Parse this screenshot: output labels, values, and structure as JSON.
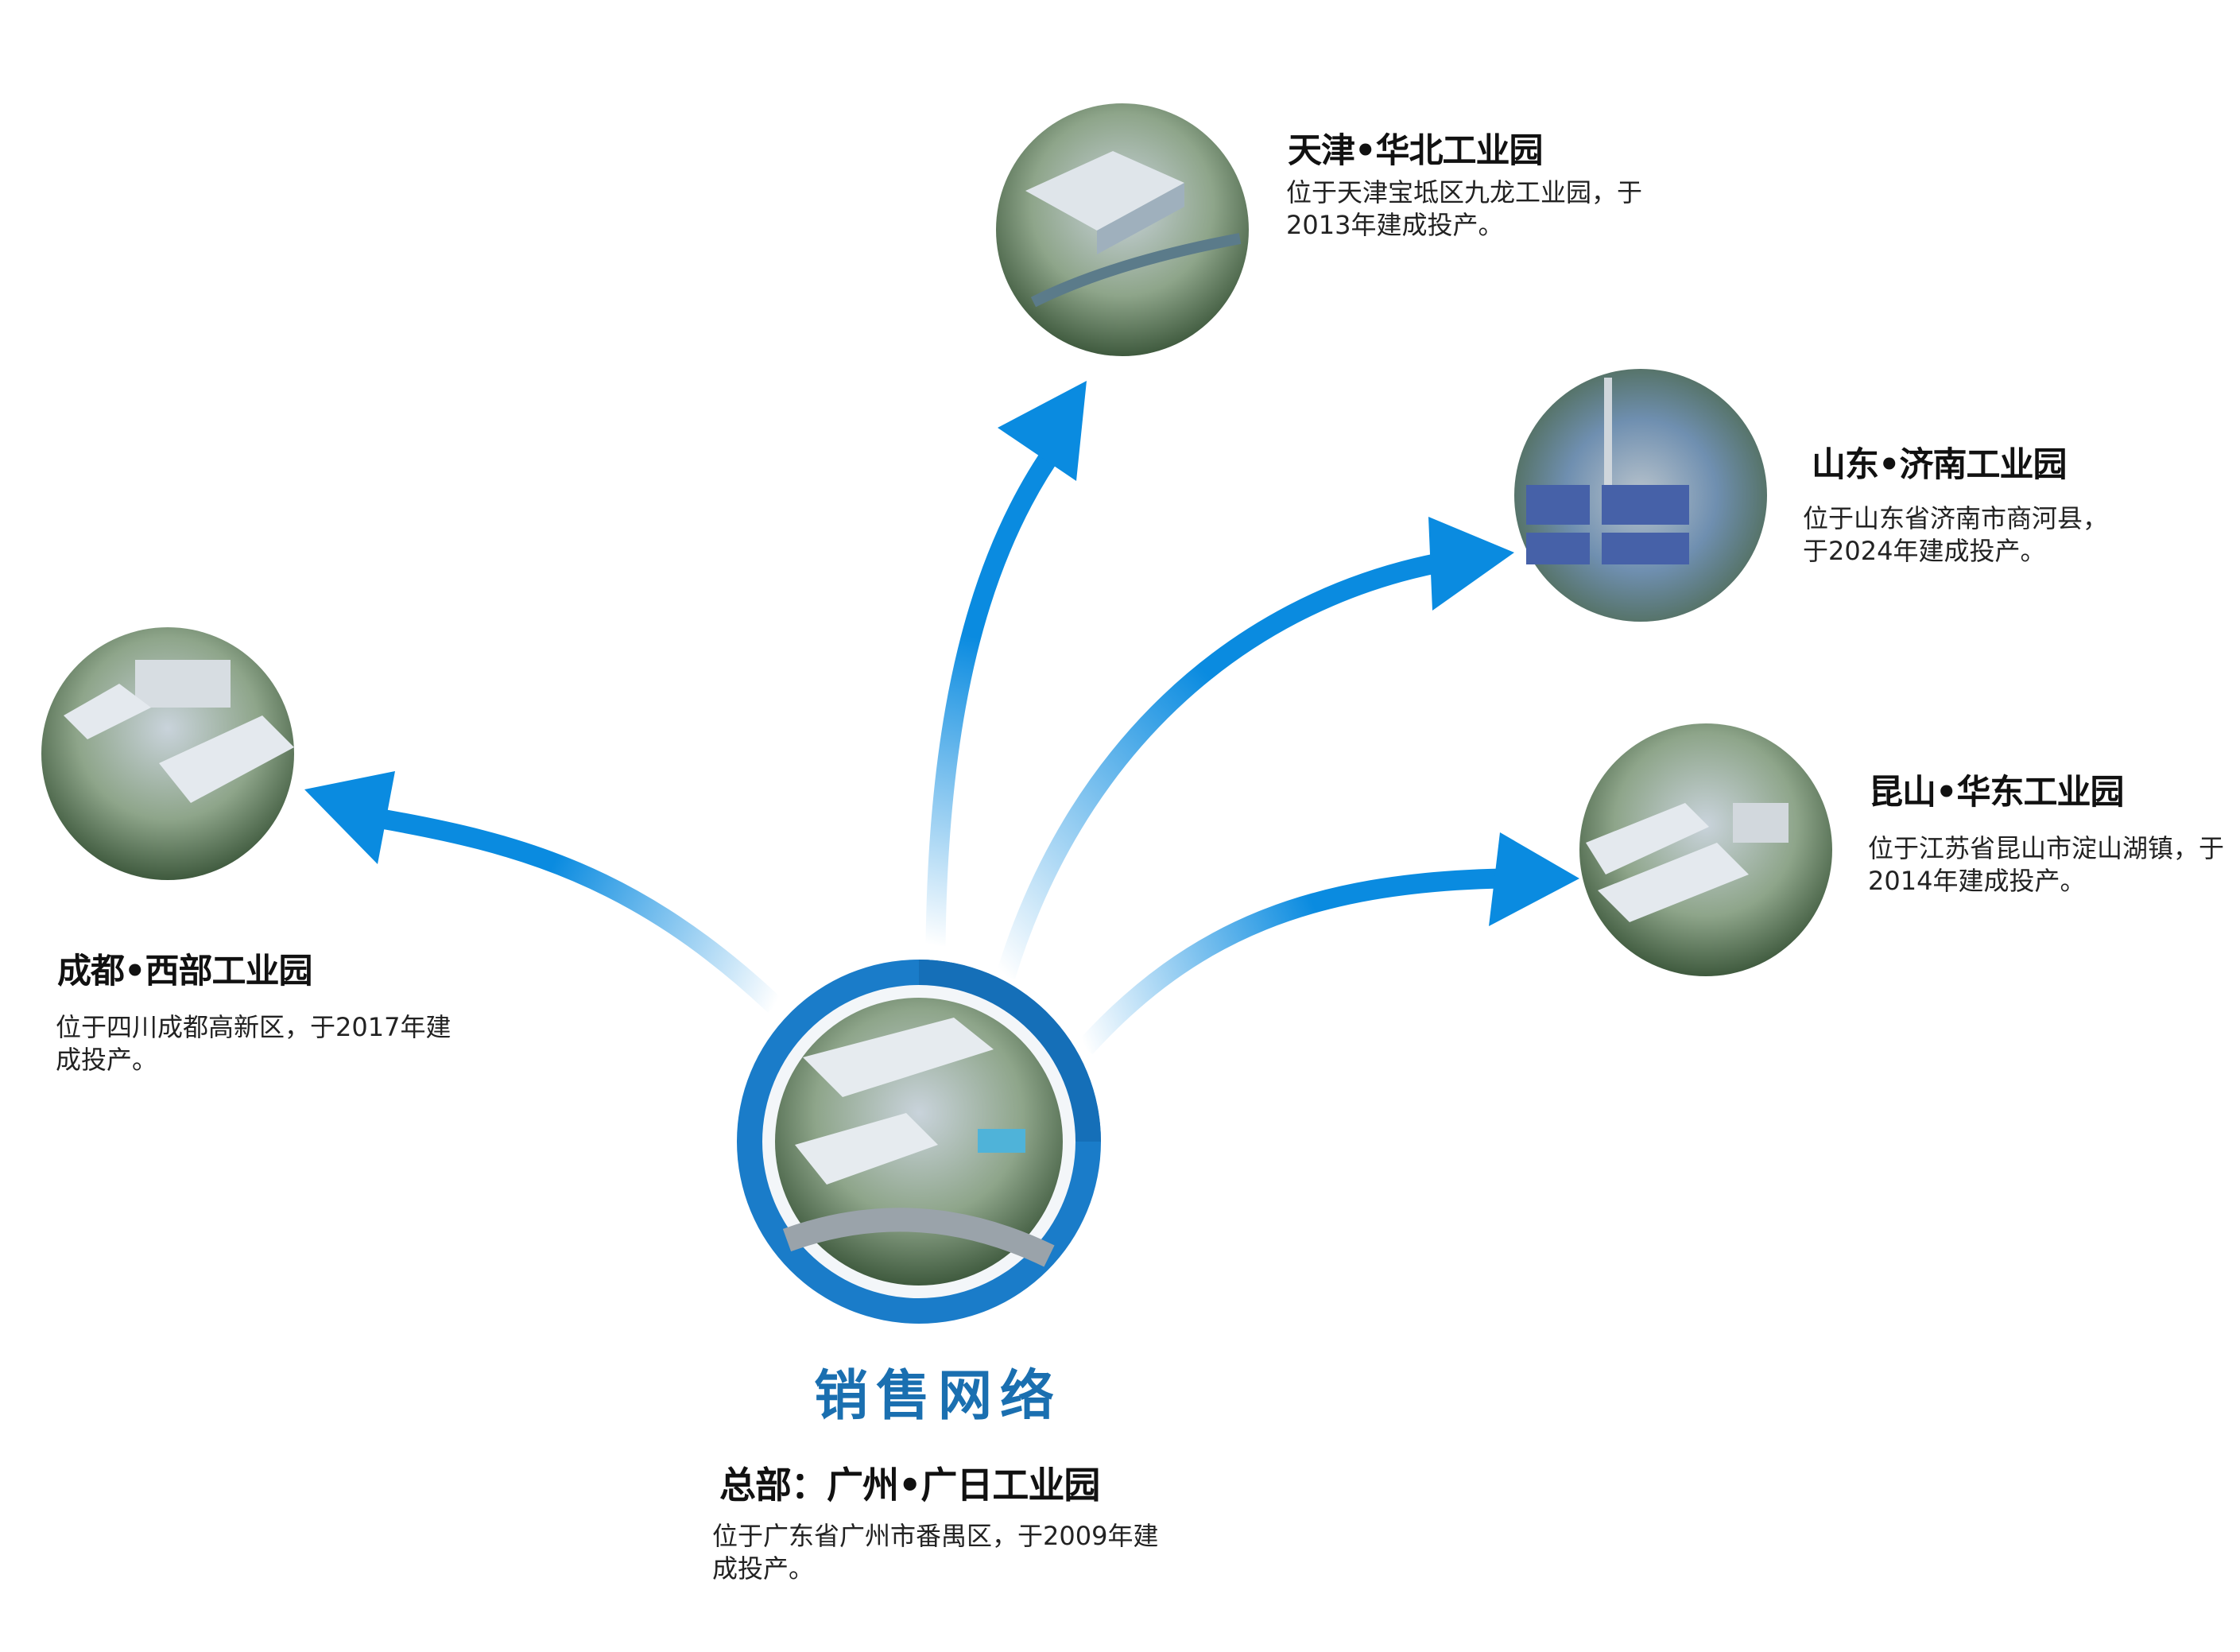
{
  "colors": {
    "arrow": "#0a8be0",
    "ring": "#1a7cc9",
    "network_title": "#1a6fb0"
  },
  "center": {
    "network_title": "销售网络",
    "hq_title": "总部：广州•广日工业园",
    "hq_desc": "位于广东省广州市番禺区，于2009年建成投产。"
  },
  "parks": [
    {
      "title": "天津•华北工业园",
      "desc": "位于天津宝坻区九龙工业园，于2013年建成投产。"
    },
    {
      "title": "山东•济南工业园",
      "desc": "位于山东省济南市商河县，于2024年建成投产。"
    },
    {
      "title": "昆山•华东工业园",
      "desc": "位于江苏省昆山市淀山湖镇，于2014年建成投产。"
    },
    {
      "title": "成都•西部工业园",
      "desc": "位于四川成都高新区，于2017年建成投产。"
    }
  ]
}
